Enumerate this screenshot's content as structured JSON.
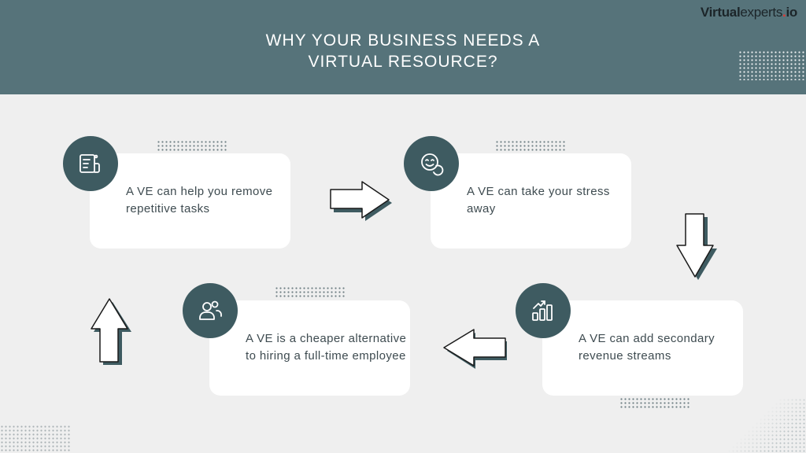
{
  "header": {
    "title_line1": "WHY YOUR BUSINESS NEEDS A",
    "title_line2": "VIRTUAL RESOURCE?"
  },
  "logo": {
    "bold": "Virtual",
    "light": "experts",
    "dot": ".",
    "suffix": "io"
  },
  "steps": [
    {
      "text": "A VE can help you remove repetitive tasks",
      "icon": "task-list-icon"
    },
    {
      "text": "A VE can take your stress away",
      "icon": "smiley-icon"
    },
    {
      "text": "A VE can add secondary revenue streams",
      "icon": "growth-chart-icon"
    },
    {
      "text": "A VE is a cheaper alternative to hiring a full-time employee",
      "icon": "people-icon"
    }
  ],
  "colors": {
    "header_bg": "#56737a",
    "icon_circle": "#3e5b61",
    "page_bg": "#efefef",
    "card_bg": "#ffffff"
  }
}
